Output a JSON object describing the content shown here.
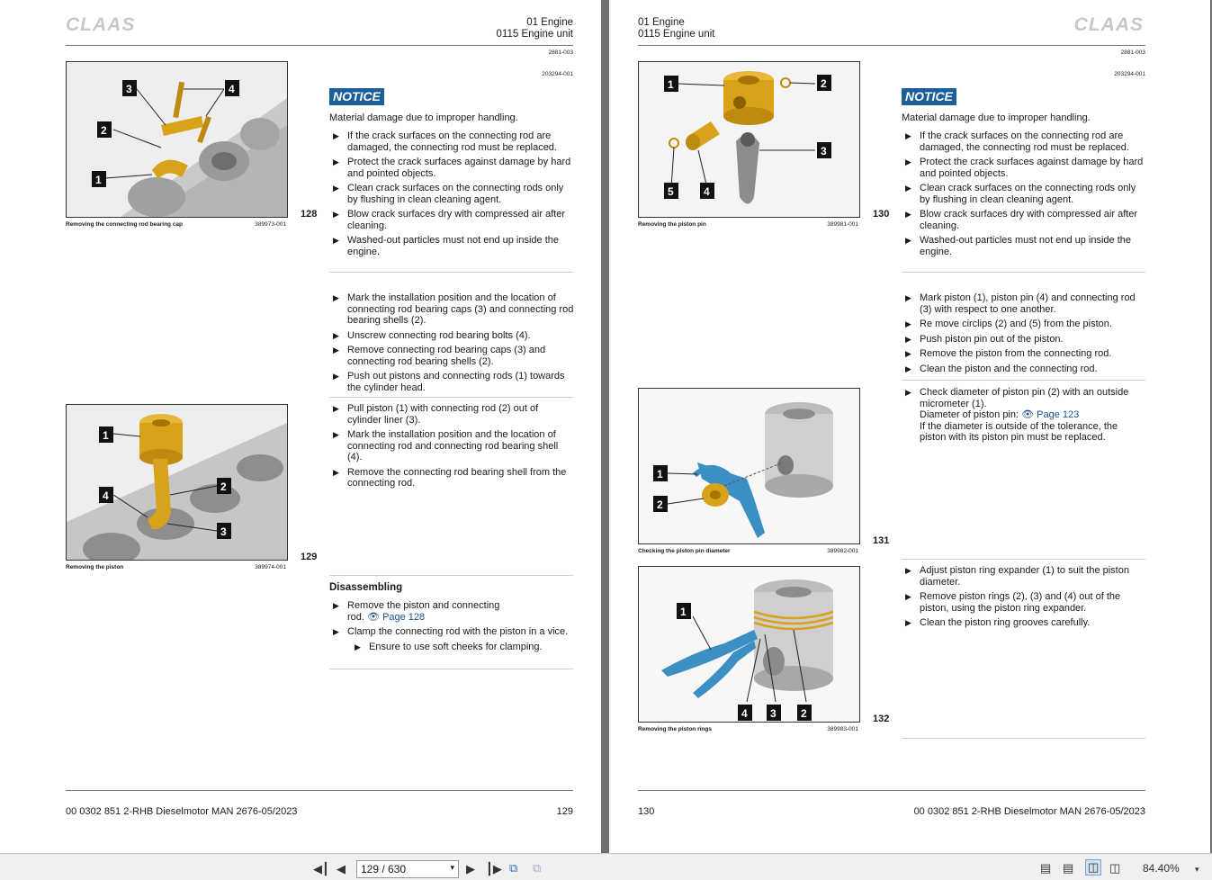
{
  "left_page": {
    "logo": "CLAAS",
    "header_line1": "01 Engine",
    "header_line2": "0115 Engine unit",
    "doc_id_top": "2881-003",
    "doc_id_notice": "203294-001",
    "figure1": {
      "caption": "Removing the connecting rod bearing cap",
      "id": "389973-001",
      "number": "128",
      "callouts": [
        "1",
        "2",
        "3",
        "4"
      ]
    },
    "figure2": {
      "caption": "Removing the piston",
      "id": "389974-001",
      "number": "129",
      "callouts": [
        "1",
        "2",
        "3",
        "4"
      ]
    },
    "notice": {
      "title": "NOTICE",
      "intro": "Material damage due to improper handling.",
      "items": [
        "If the crack surfaces on the connecting rod are damaged, the connecting rod must be replaced.",
        "Protect the crack surfaces against damage by hard and pointed objects.",
        "Clean crack surfaces on the connecting rods only by flushing in clean cleaning agent.",
        "Blow crack surfaces dry with compressed air after cleaning.",
        "Washed-out particles must not end up inside the engine."
      ]
    },
    "steps1": [
      "Mark the installation position and the location of connecting rod bearing caps (3) and connecting rod bearing shells (2).",
      "Unscrew connecting rod bearing bolts (4).",
      "Remove connecting rod bearing caps (3) and connecting rod bearing shells (2).",
      "Push out pistons and connecting rods (1) towards the cylinder head."
    ],
    "steps2": [
      "Pull piston (1) with connecting rod (2) out of cylinder liner (3).",
      "Mark the installation position and the location of connecting rod and connecting rod bearing shell (4).",
      "Remove the connecting rod bearing shell from the connecting rod."
    ],
    "disassembling": {
      "heading": "Disassembling",
      "item1": "Remove the piston and connecting rod.",
      "item1_link": "Page 128",
      "item2": "Clamp the connecting rod with the piston in a vice.",
      "subitem": "Ensure to use soft cheeks for clamping."
    },
    "footer_left": "00 0302 851 2-RHB Dieselmotor MAN 2676-05/2023",
    "footer_right": "129"
  },
  "right_page": {
    "logo": "CLAAS",
    "header_line1": "01 Engine",
    "header_line2": "0115 Engine unit",
    "doc_id_top": "2881-003",
    "doc_id_notice": "203294-001",
    "figure1": {
      "caption": "Removing the piston pin",
      "id": "389981-001",
      "number": "130",
      "callouts": [
        "1",
        "2",
        "3",
        "4",
        "5"
      ]
    },
    "figure2": {
      "caption": "Checking the piston pin diameter",
      "id": "389982-001",
      "number": "131",
      "callouts": [
        "1",
        "2"
      ]
    },
    "figure3": {
      "caption": "Removing the piston rings",
      "id": "389983-001",
      "number": "132",
      "callouts": [
        "1",
        "2",
        "3",
        "4"
      ]
    },
    "notice": {
      "title": "NOTICE",
      "intro": "Material damage due to improper handling.",
      "items": [
        "If the crack surfaces on the connecting rod are damaged, the connecting rod must be replaced.",
        "Protect the crack surfaces against damage by hard and pointed objects.",
        "Clean crack surfaces on the connecting rods only by flushing in clean cleaning agent.",
        "Blow crack surfaces dry with compressed air after cleaning.",
        "Washed-out particles must not end up inside the engine."
      ]
    },
    "steps1": [
      "Mark piston (1), piston pin (4) and connecting rod (3) with respect to one another.",
      "Re move circlips (2) and (5) from the piston.",
      "Push piston pin out of the piston.",
      "Remove the piston from the connecting rod.",
      "Clean the piston and the connecting rod."
    ],
    "check": {
      "item": "Check diameter of piston pin (2) with an outside micrometer (1).",
      "diameter_label": "Diameter of piston pin:",
      "diameter_link": "Page 123",
      "note": "If the diameter is outside of the tolerance, the piston with its piston pin must be replaced."
    },
    "steps3": [
      "Adjust piston ring expander (1) to suit the piston diameter.",
      "Remove piston rings (2), (3) and (4) out of the piston, using the piston ring expander.",
      "Clean the piston ring grooves carefully."
    ],
    "footer_left": "130",
    "footer_right": "00 0302 851 2-RHB Dieselmotor MAN 2676-05/2023"
  },
  "toolbar": {
    "page_indicator": "129 / 630",
    "zoom": "84.40%"
  },
  "colors": {
    "notice_bg": "#1b5e9c",
    "link": "#1b4f8f",
    "part_gold": "#d9a21b",
    "tool_blue": "#3c8fc2"
  }
}
